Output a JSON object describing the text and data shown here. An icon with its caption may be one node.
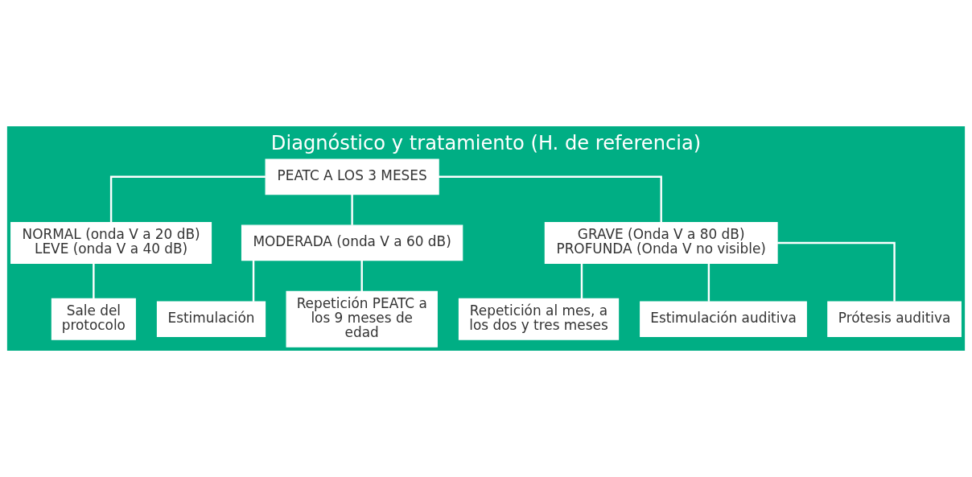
{
  "diagram": {
    "title": "Diagnóstico y tratamiento (H. de referencia)",
    "nodes": [
      {
        "text": [
          "PEATC A LOS 3 MESES"
        ]
      },
      {
        "text": [
          "NORMAL (onda V a 20 dB)",
          "LEVE (onda V a 40 dB)"
        ]
      },
      {
        "text": [
          "MODERADA (onda V a 60 dB)"
        ]
      },
      {
        "text": [
          "GRAVE (Onda V a 80 dB)",
          "PROFUNDA (Onda V no visible)"
        ]
      },
      {
        "text": [
          "Sale del protocolo"
        ]
      },
      {
        "text": [
          "Estimulación"
        ]
      },
      {
        "text": [
          "Repetición PEATC a los 9 meses de edad"
        ]
      },
      {
        "text": [
          "Repetición al mes, a los dos y tres meses"
        ]
      },
      {
        "text": [
          "Estimulación auditiva"
        ]
      },
      {
        "text": [
          "Prótesis auditiva"
        ]
      }
    ],
    "edges": [
      {
        "from": 0,
        "to": 1,
        "arrow": "none"
      },
      {
        "from": 0,
        "to": 2,
        "arrow": "none"
      },
      {
        "from": 0,
        "to": 3,
        "arrow": "none"
      },
      {
        "from": 1,
        "to": 4,
        "arrow": "none"
      },
      {
        "from": 2,
        "to": 5,
        "arrow": "none"
      },
      {
        "from": 2,
        "to": 6,
        "arrow": "none"
      },
      {
        "from": 3,
        "to": 7,
        "arrow": "none"
      },
      {
        "from": 3,
        "to": 8,
        "arrow": "none"
      },
      {
        "from": 3,
        "to": 9,
        "arrow": "none"
      }
    ]
  }
}
